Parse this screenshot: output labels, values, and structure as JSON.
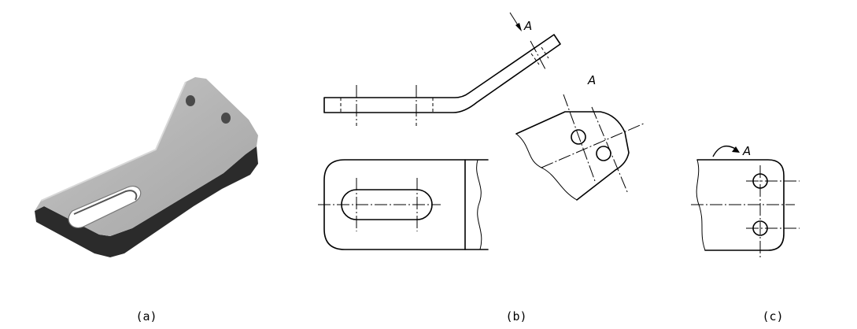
{
  "captions": {
    "a": "(a)",
    "b": "(b)",
    "c": "(c)"
  },
  "view_labels": {
    "section_arrow": "A",
    "aux_view": "A",
    "rotated_view": "A"
  },
  "colors": {
    "line": "#000000",
    "part_top": "#b4b4b4",
    "part_side": "#2b2b2b"
  }
}
